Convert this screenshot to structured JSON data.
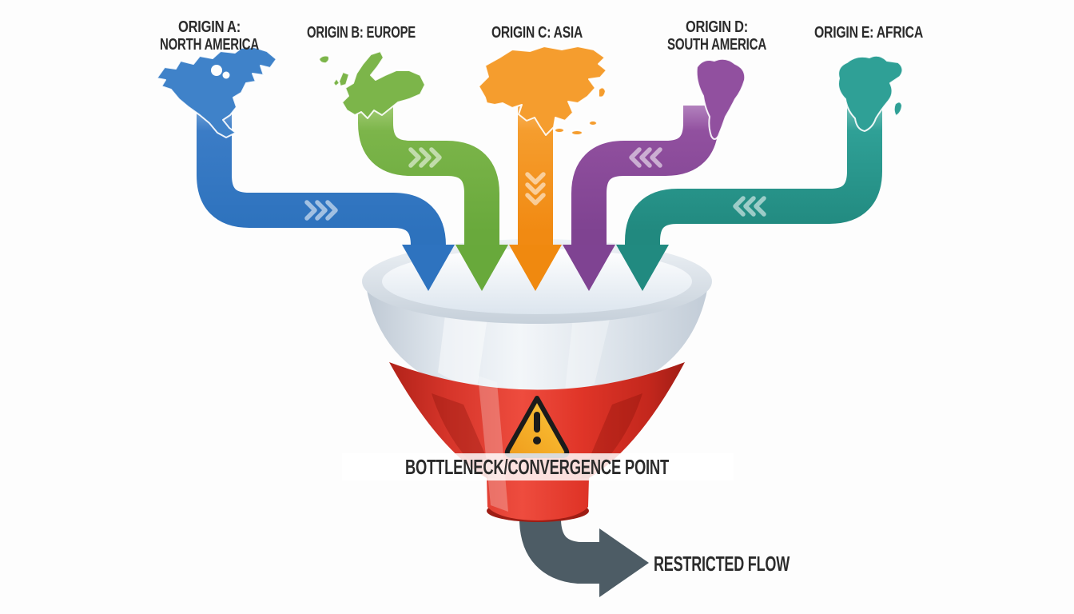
{
  "diagram": {
    "type": "convergence-funnel",
    "origins": [
      {
        "id": "A",
        "region": "North America",
        "label_line1": "ORIGIN A:",
        "label_line2": "NORTH AMERICA",
        "color": "#2f74c0",
        "chevron_direction": "right"
      },
      {
        "id": "B",
        "region": "Europe",
        "label_line1": "ORIGIN B: EUROPE",
        "label_line2": "",
        "color": "#6fae3e",
        "chevron_direction": "right"
      },
      {
        "id": "C",
        "region": "Asia",
        "label_line1": "ORIGIN C: ASIA",
        "label_line2": "",
        "color": "#f18a12",
        "chevron_direction": "down"
      },
      {
        "id": "D",
        "region": "South America",
        "label_line1": "ORIGIN D:",
        "label_line2": "SOUTH AMERICA",
        "color": "#7f4391",
        "chevron_direction": "left"
      },
      {
        "id": "E",
        "region": "Africa",
        "label_line1": "ORIGIN E: AFRICA",
        "label_line2": "",
        "color": "#21897f",
        "chevron_direction": "left"
      }
    ],
    "funnel": {
      "bottleneck_label": "BOTTLENECK/CONVERGENCE POINT",
      "warning_icon": "warning-triangle-icon",
      "bowl_color": "#dfe6ed",
      "body_color": "#e03528",
      "warning_fill": "#f6b32c"
    },
    "output": {
      "label": "RESTRICTED FLOW",
      "arrow_color": "#4d5c65"
    }
  }
}
